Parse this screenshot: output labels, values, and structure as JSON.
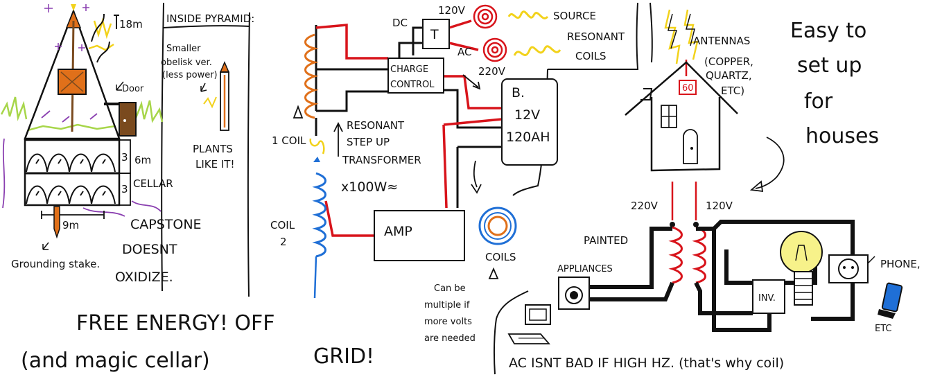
{
  "colors": {
    "ink": "#111111",
    "red": "#d8141b",
    "blue": "#1f6fd6",
    "orange": "#e0701a",
    "yellow": "#f2d21b",
    "green": "#a7d64a",
    "purple": "#8a3fb0",
    "brown": "#7a4a1e"
  },
  "pyramid": {
    "height": "18m",
    "door": "Door",
    "obelisk": "Smaller obelisk ver. (less power)",
    "plants": "PLANTS LIKE IT!",
    "dim_top": "3",
    "dim_top_m": "6m",
    "dim_bottom": "3",
    "cellar": "CELLAR",
    "width": "9m",
    "grounding": "Grounding stake.",
    "capstone_1": "CAPSTONE",
    "capstone_2": "DOESNT",
    "capstone_3": "OXIDIZE."
  },
  "inside": {
    "title": "INSIDE PYRAMID:",
    "dc": "DC",
    "ac": "AC",
    "t_box": "T",
    "v120": "120V",
    "v220": "220V",
    "source_1": "SOURCE",
    "source_2": "RESONANT",
    "source_3": "COILS",
    "charge_1": "CHARGE",
    "charge_2": "CONTROL",
    "battery_1": "B.",
    "battery_2": "12V",
    "battery_3": "120AH",
    "coil1": "1 COIL",
    "resonant_1": "RESONANT",
    "resonant_2": "STEP UP",
    "resonant_3": "TRANSFORMER",
    "power": "x100W≈",
    "coil2_1": "COIL",
    "coil2_2": "2",
    "amp": "AMP",
    "coils": "COILS",
    "multiple_1": "Can be",
    "multiple_2": "multiple if",
    "multiple_3": "more volts",
    "multiple_4": "are needed"
  },
  "house": {
    "antennas_1": "ANTENNAS",
    "antennas_2": "(COPPER,",
    "antennas_3": "QUARTZ,",
    "antennas_4": "ETC)",
    "sixty": "60",
    "easy_1": "Easy to",
    "easy_2": "set up",
    "easy_3": "for",
    "easy_4": "houses",
    "v220": "220V",
    "v120": "120V",
    "painted": "PAINTED",
    "appliances": "APPLIANCES",
    "inv": "INV.",
    "phone": "PHONE,",
    "etc": "ETC"
  },
  "footer": {
    "free_1": "FREE ENERGY! OFF",
    "free_2": "GRID!",
    "magic": "(and magic cellar)",
    "ac_note": "AC ISNT BAD IF HIGH HZ. (that's why coil)"
  }
}
